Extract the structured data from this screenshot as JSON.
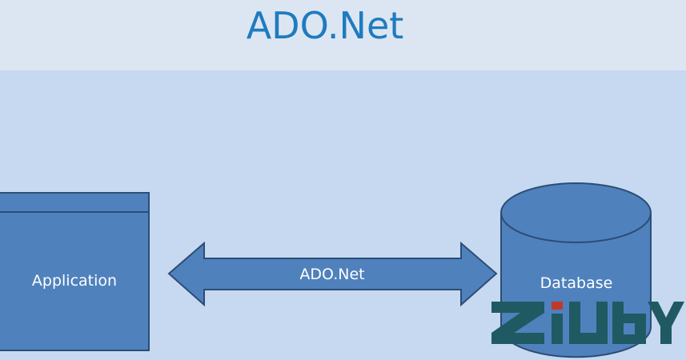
{
  "title": "ADO.Net",
  "application": {
    "label": "Application"
  },
  "connector": {
    "label": "ADO.Net"
  },
  "database": {
    "label": "Database"
  },
  "watermark": {
    "text": "ZIUBY"
  },
  "colors": {
    "title_band": "#dce6f2",
    "background": "#c6d9f1",
    "title_text": "#1f7bbf",
    "shape_fill": "#4f81bd",
    "shape_stroke": "#2c4d75",
    "watermark_dark": "#1f5a63",
    "watermark_accent": "#c0392b"
  }
}
